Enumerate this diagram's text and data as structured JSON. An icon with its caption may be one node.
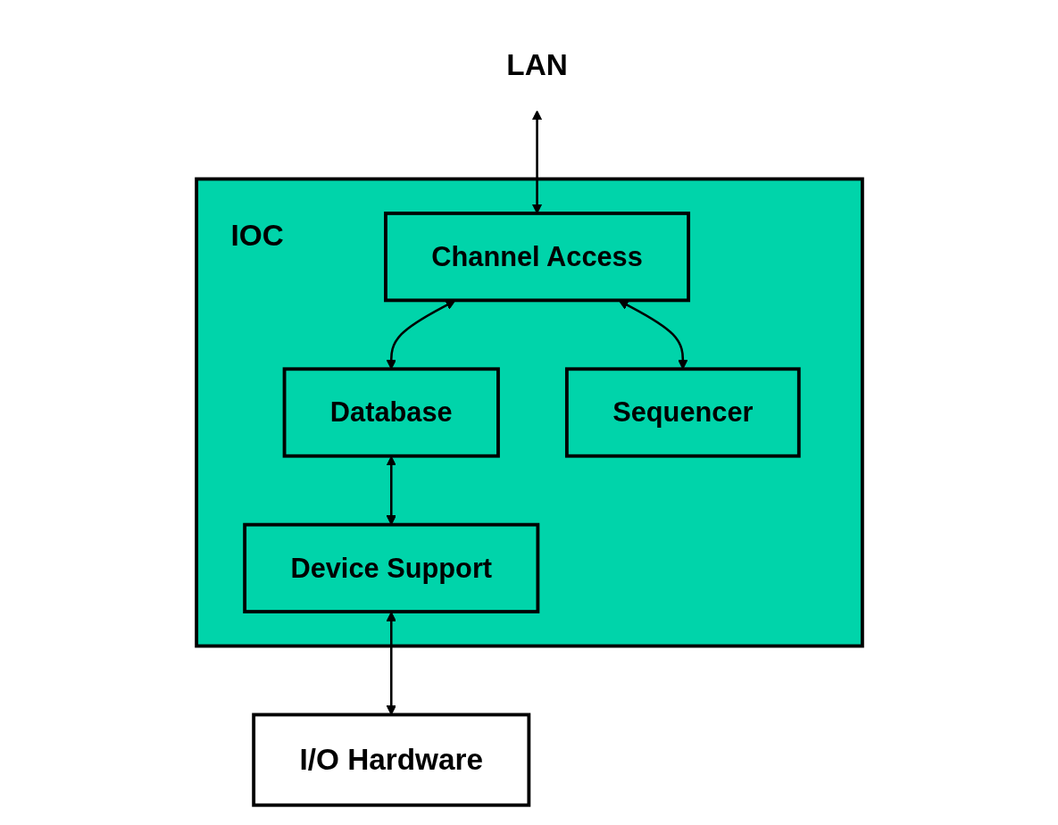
{
  "diagram": {
    "nodes": [
      {
        "text": [
          "LAN"
        ]
      },
      {
        "text": [
          "IOC"
        ]
      },
      {
        "text": [
          "Channel Access"
        ],
        "in": 1
      },
      {
        "text": [
          "Database"
        ],
        "in": 1
      },
      {
        "text": [
          "Sequencer"
        ],
        "in": 1
      },
      {
        "text": [
          "Device Support"
        ],
        "in": 1
      },
      {
        "text": [
          "I/O Hardware"
        ]
      }
    ],
    "edges": [
      {
        "from": 0,
        "to": 2,
        "arrow": "both"
      },
      {
        "from": 2,
        "to": 3,
        "arrow": "both"
      },
      {
        "from": 2,
        "to": 4,
        "arrow": "both"
      },
      {
        "from": 3,
        "to": 5,
        "arrow": "both"
      },
      {
        "from": 5,
        "to": 6,
        "arrow": "both"
      }
    ]
  }
}
